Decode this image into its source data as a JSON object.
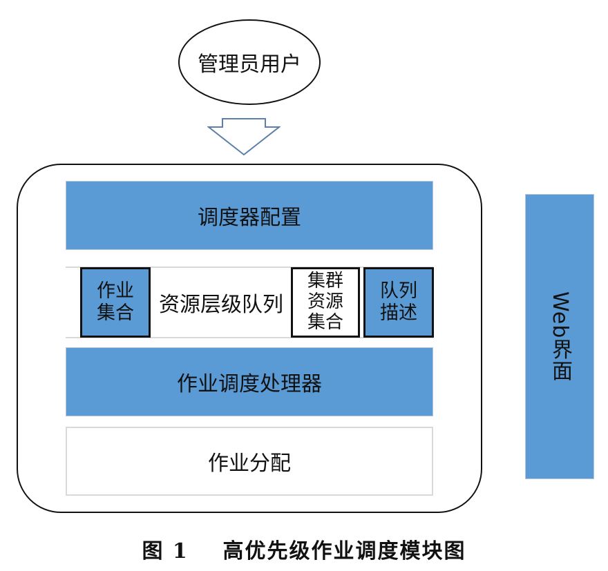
{
  "top_node": {
    "label": "管理员用户"
  },
  "modules": {
    "scheduler_config": "调度器配置",
    "resource_queue_row": {
      "job_set": "作业\n集合",
      "resource_queue": "资源层级队列",
      "cluster_resource_set": "集群\n资源\n集合",
      "queue_description": "队列\n描述"
    },
    "job_scheduler_processor": "作业调度处理器",
    "job_assignment": "作业分配"
  },
  "side_panel": {
    "label": "Web界面"
  },
  "caption": {
    "text": "图 1    高优先级作业调度模块图"
  },
  "colors": {
    "module_blue": "#5b9bd5",
    "outline": "#111111",
    "light_border": "#d9d9d9"
  }
}
